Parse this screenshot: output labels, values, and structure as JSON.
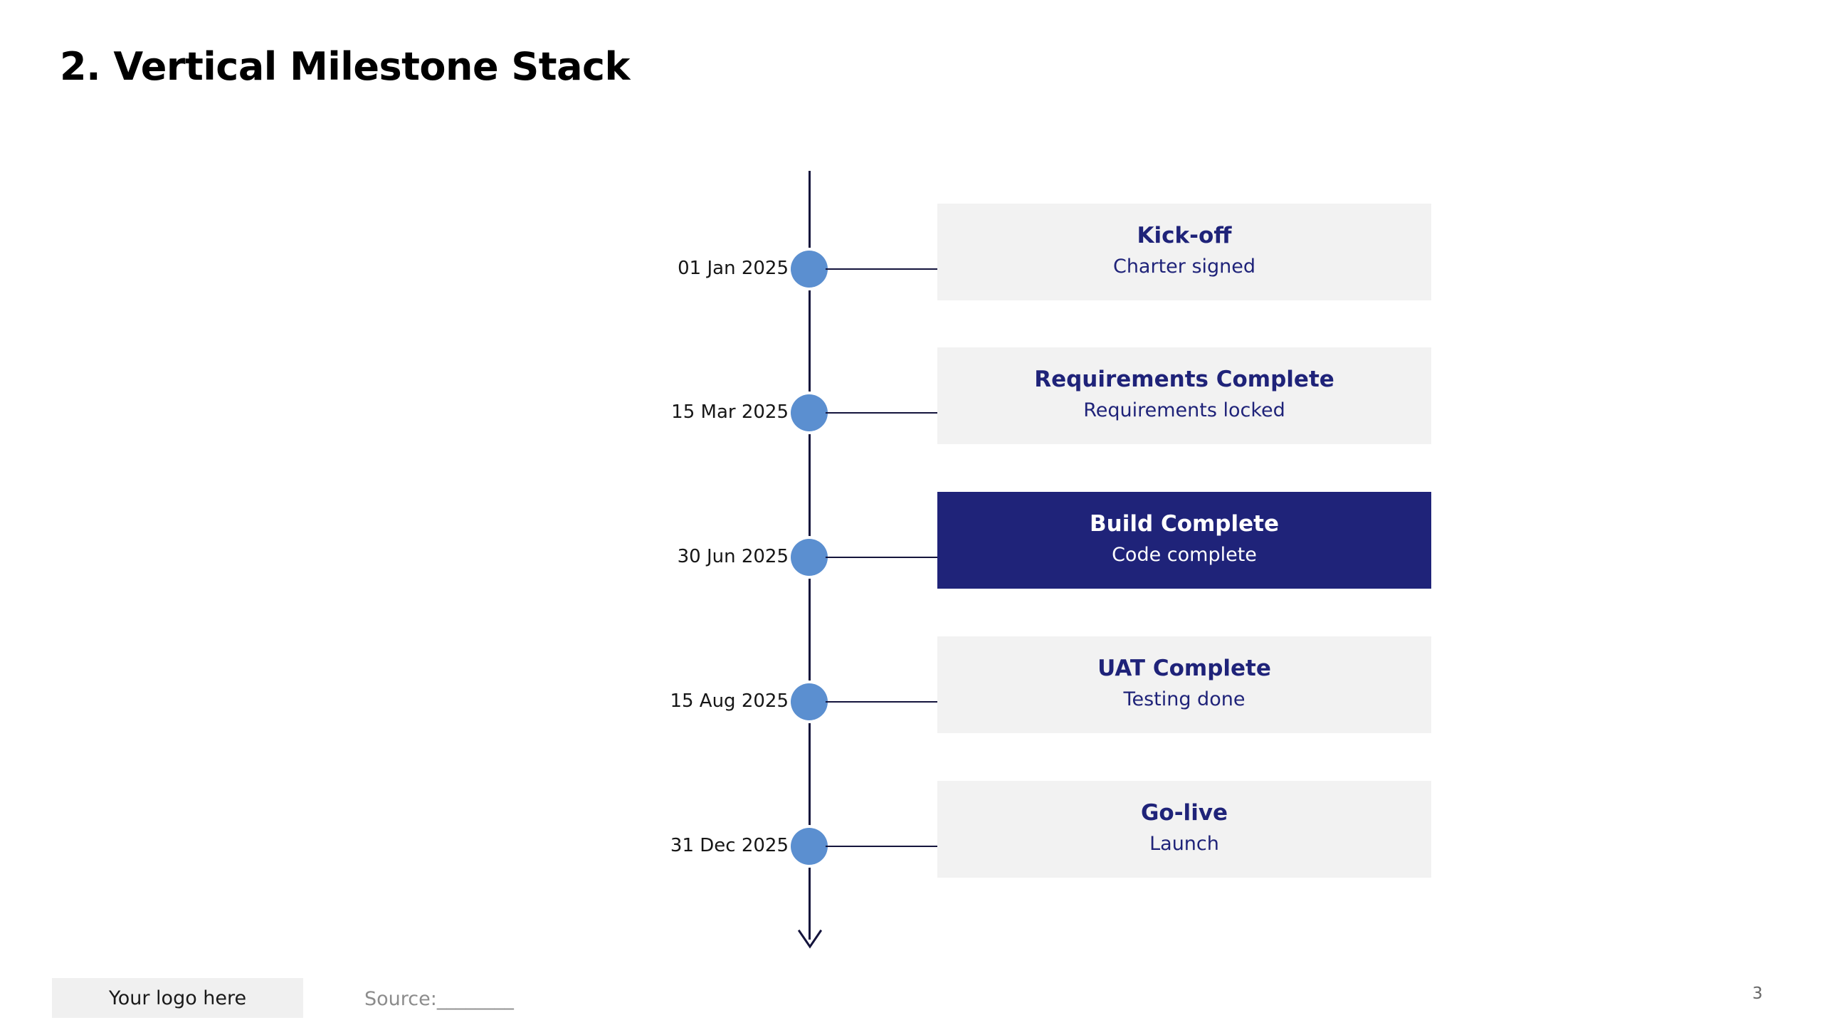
{
  "slide": {
    "title": "2. Vertical Milestone Stack",
    "page_number": "3"
  },
  "footer": {
    "logo_placeholder": "Your logo here",
    "source_note": "Source:________"
  },
  "colors": {
    "accent_navy": "#1f2379",
    "dot_blue": "#5b8fd0",
    "card_bg": "#f2f2f2",
    "spine": "#14143c",
    "title_text": "#000000"
  },
  "timeline": {
    "orientation": "vertical",
    "direction": "top-to-bottom",
    "arrow_icon": "arrow-down-icon",
    "milestones": [
      {
        "date": "01 Jan 2025",
        "title": "Kick-off",
        "subtitle": "Charter signed",
        "highlighted": false
      },
      {
        "date": "15 Mar 2025",
        "title": "Requirements Complete",
        "subtitle": "Requirements locked",
        "highlighted": false
      },
      {
        "date": "30 Jun 2025",
        "title": "Build Complete",
        "subtitle": "Code complete",
        "highlighted": true
      },
      {
        "date": "15 Aug 2025",
        "title": "UAT Complete",
        "subtitle": "Testing done",
        "highlighted": false
      },
      {
        "date": "31 Dec 2025",
        "title": "Go-live",
        "subtitle": "Launch",
        "highlighted": false
      }
    ]
  }
}
